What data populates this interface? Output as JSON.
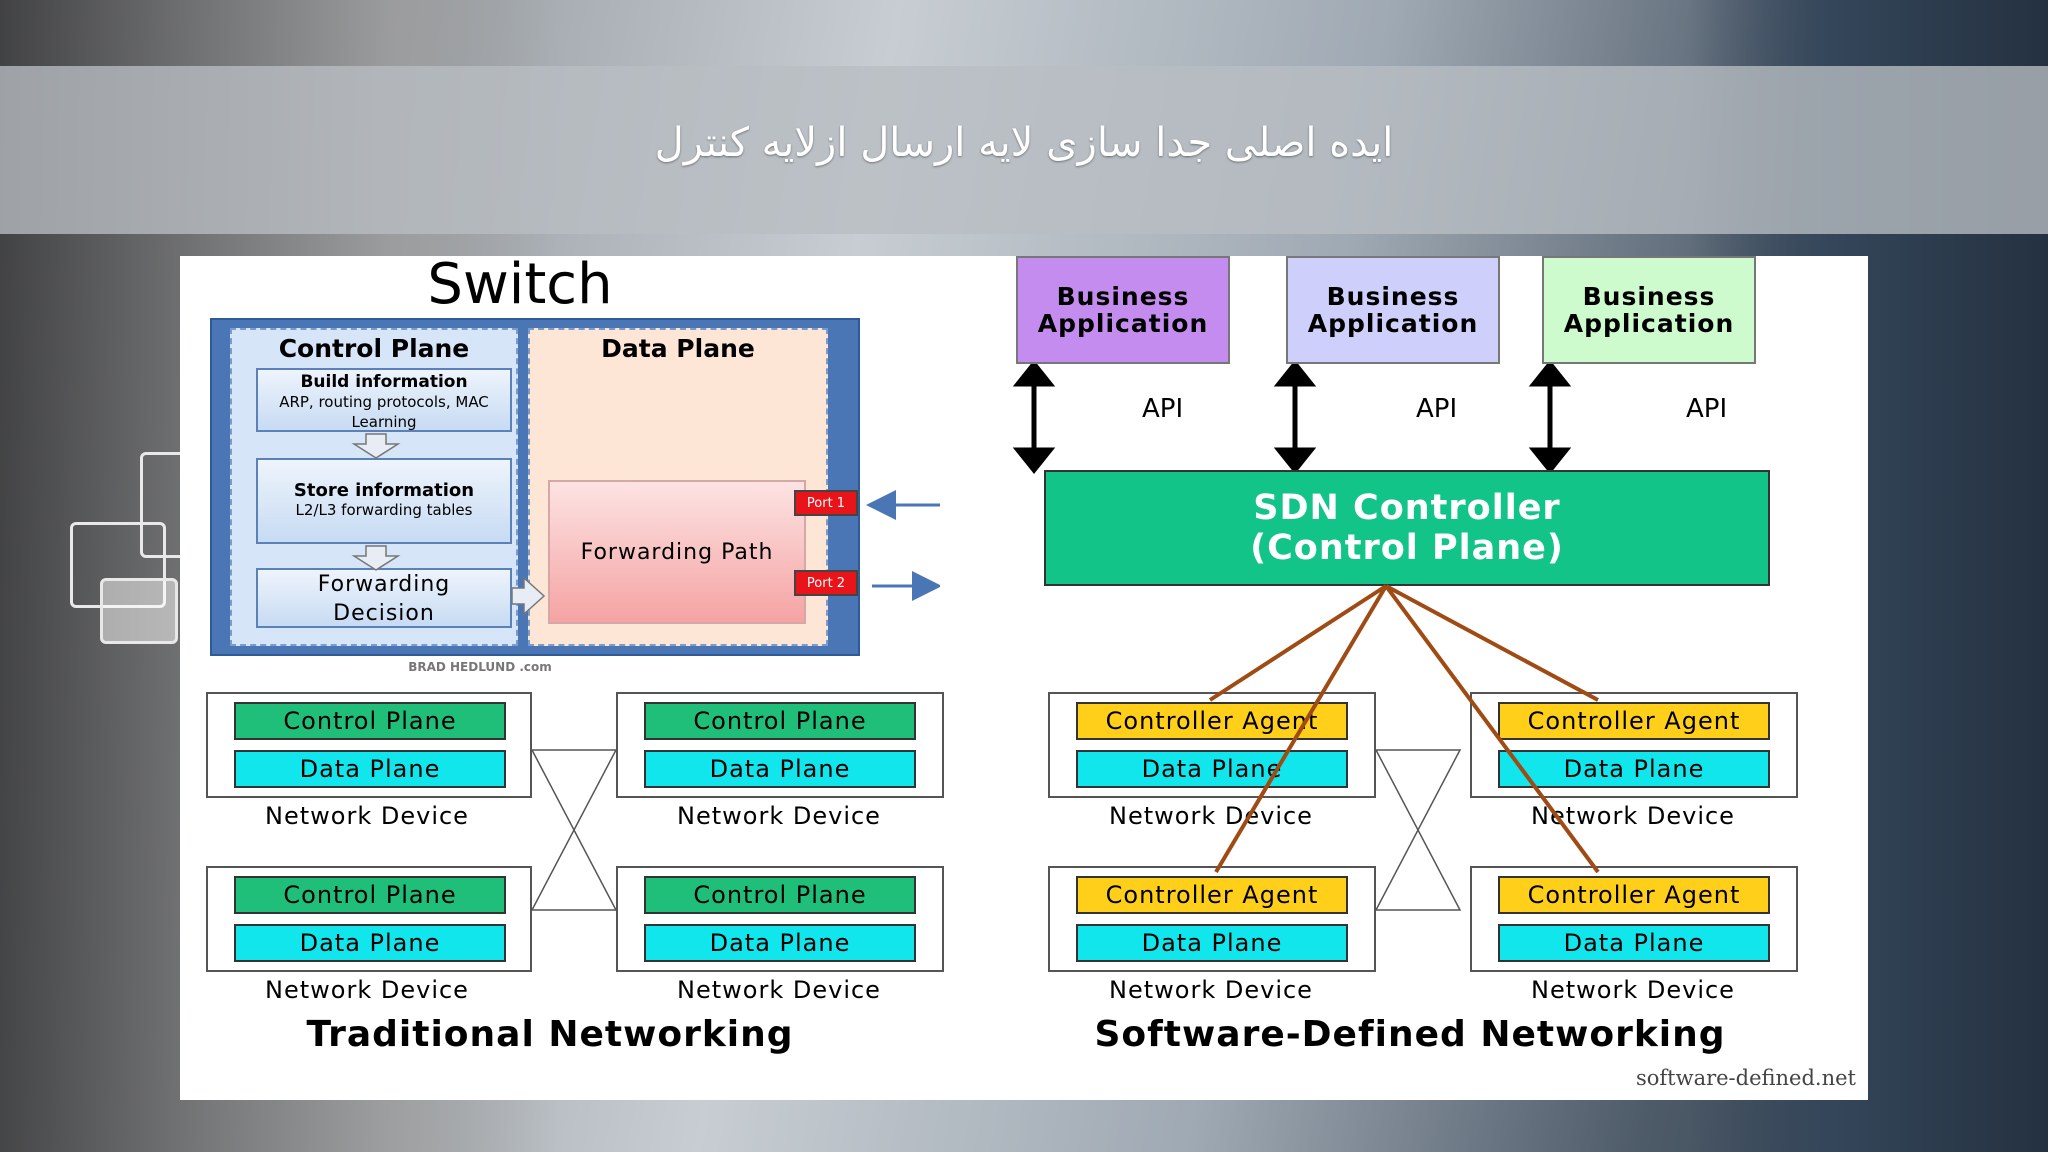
{
  "slide": {
    "title": "ایده اصلی جدا سازی لایه ارسال ازلایه کنترل"
  },
  "switch": {
    "title": "Switch",
    "control_plane_label": "Control Plane",
    "data_plane_label": "Data Plane",
    "build_title": "Build information",
    "build_sub": "ARP, routing protocols, MAC Learning",
    "store_title": "Store information",
    "store_sub": "L2/L3 forwarding tables",
    "decision": "Forwarding Decision",
    "forwarding_path": "Forwarding Path",
    "port1": "Port 1",
    "port2": "Port 2",
    "credit": "BRAD HEDLUND .com"
  },
  "traditional": {
    "title": "Traditional Networking",
    "control_plane": "Control Plane",
    "data_plane": "Data Plane",
    "device": "Network Device"
  },
  "sdn": {
    "title": "Software-Defined Networking",
    "business_app": "Business Application",
    "api": "API",
    "controller": "SDN Controller (Control Plane)",
    "controller_line1": "SDN Controller",
    "controller_line2": "(Control Plane)",
    "agent": "Controller Agent",
    "data_plane": "Data Plane",
    "device": "Network Device",
    "source": "software-defined.net"
  },
  "colors": {
    "control_plane": "#1fbf7a",
    "data_plane": "#11e6ec",
    "controller_agent": "#ffcf1a",
    "sdn_controller": "#12c487",
    "business_app_1": "#c58cf0",
    "business_app_2": "#cfcffb",
    "business_app_3": "#cdfbcd",
    "sdn_links": "#a04a14"
  }
}
